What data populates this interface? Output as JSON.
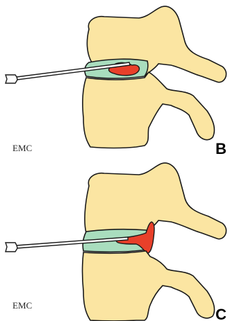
{
  "panels": [
    {
      "letter": "B",
      "watermark": "EMC"
    },
    {
      "letter": "C",
      "watermark": "EMC"
    }
  ],
  "colors": {
    "bone": "#FBE5A2",
    "disc": "#A9DDBE",
    "nucleus": "#E8402A",
    "outline": "#1a1a1a",
    "needle": "#ffffff"
  }
}
